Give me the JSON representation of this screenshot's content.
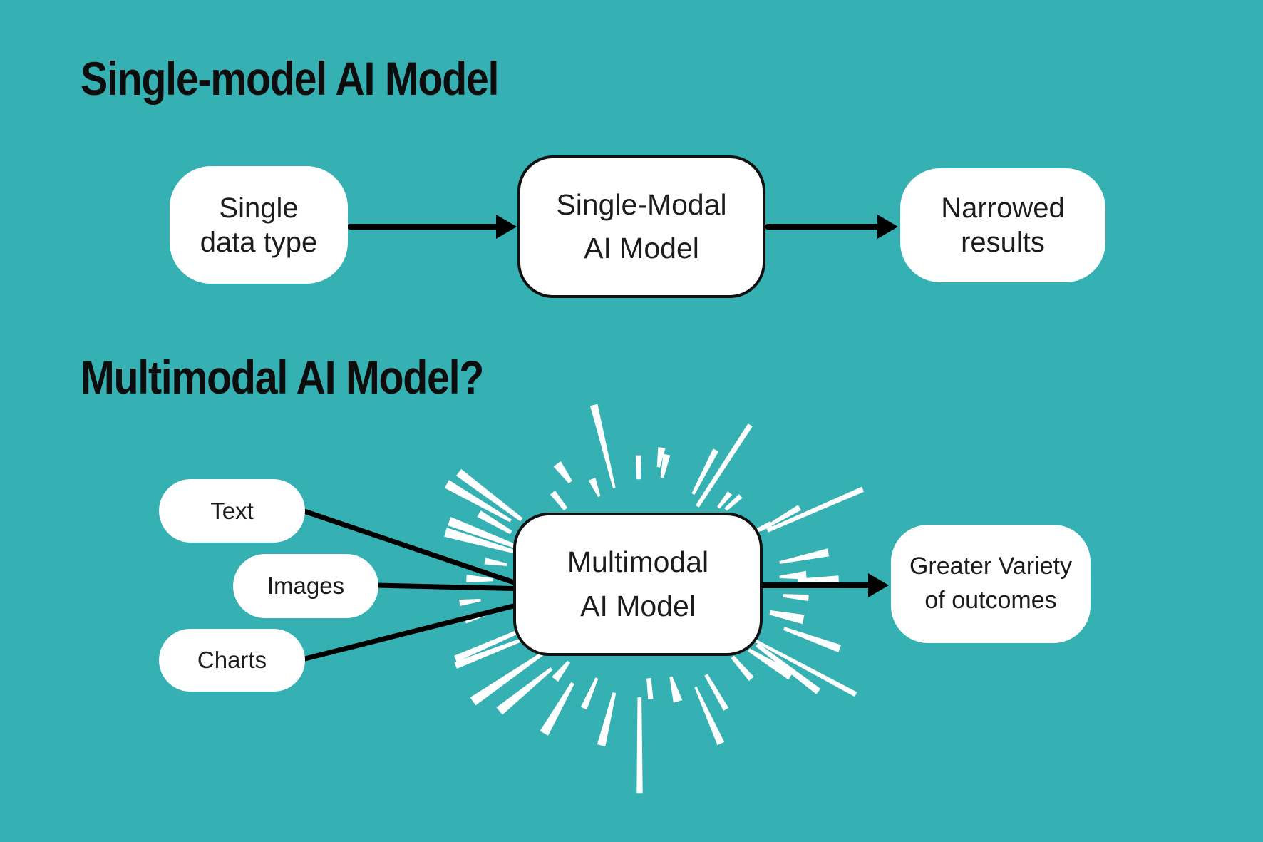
{
  "colors": {
    "background": "#36b1b3",
    "node_fill": "#ffffff",
    "node_border": "#111111",
    "ink": "#000000",
    "node_text": "#1c1c1c",
    "heading_text": "#0d0d0d",
    "ray": "#ffffff"
  },
  "single_section": {
    "heading": "Single-model AI Model",
    "input": {
      "line1": "Single",
      "line2": "data type"
    },
    "model": {
      "line1": "Single-Modal",
      "line2": "AI Model"
    },
    "output": {
      "line1": "Narrowed",
      "line2": "results"
    }
  },
  "multimodal_section": {
    "heading": "Multimodal AI Model?",
    "inputs": {
      "text": "Text",
      "images": "Images",
      "charts": "Charts"
    },
    "model": {
      "line1": "Multimodal",
      "line2": "AI Model"
    },
    "output": {
      "line1": "Greater Variety",
      "line2": "of outcomes"
    }
  }
}
